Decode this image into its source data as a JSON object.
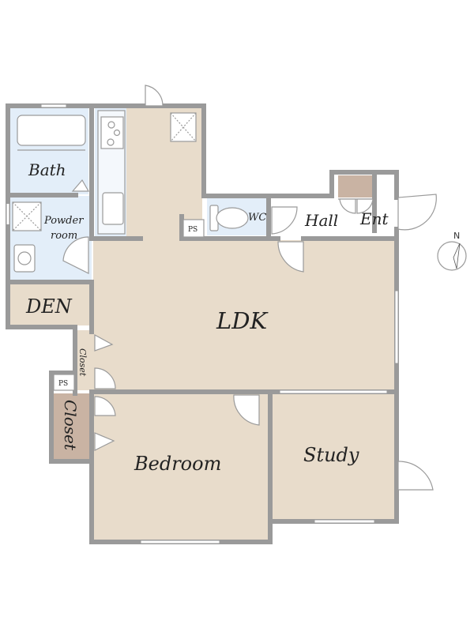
{
  "rooms": {
    "bath": "Bath",
    "powder": [
      "Powder",
      "room"
    ],
    "den": "DEN",
    "ldk": "LDK",
    "wc": "WC",
    "hall": "Hall",
    "ent": "Ent",
    "closet_small": "Closet",
    "closet": "Closet",
    "bedroom": "Bedroom",
    "study": "Study",
    "ps1": "PS",
    "ps2": "PS"
  },
  "compass": {
    "label": "N"
  },
  "colors": {
    "wall": "#9a9a9a",
    "floor_wood": "#e8dccb",
    "floor_wet": "#e3eef9",
    "closet_dark": "#c9b3a3",
    "white": "#ffffff"
  }
}
